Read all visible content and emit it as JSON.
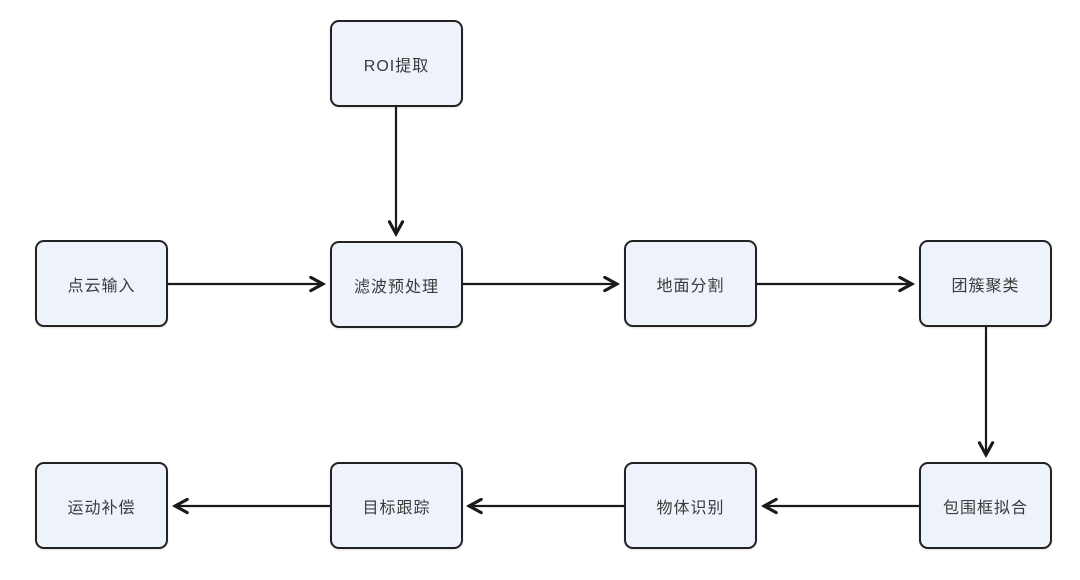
{
  "diagram": {
    "type": "flowchart",
    "nodes": [
      {
        "id": "roi-extraction",
        "label": "ROI提取"
      },
      {
        "id": "point-cloud-input",
        "label": "点云输入"
      },
      {
        "id": "filter-preprocess",
        "label": "滤波预处理"
      },
      {
        "id": "ground-segmentation",
        "label": "地面分割"
      },
      {
        "id": "cluster-clustering",
        "label": "团簇聚类"
      },
      {
        "id": "motion-compensation",
        "label": "运动补偿"
      },
      {
        "id": "target-tracking",
        "label": "目标跟踪"
      },
      {
        "id": "object-recognition",
        "label": "物体识别"
      },
      {
        "id": "bounding-box-fit",
        "label": "包围框拟合"
      }
    ],
    "edges": [
      {
        "from": "点云输入",
        "to": "滤波预处理",
        "direction": "right"
      },
      {
        "from": "ROI提取",
        "to": "滤波预处理",
        "direction": "down"
      },
      {
        "from": "滤波预处理",
        "to": "地面分割",
        "direction": "right"
      },
      {
        "from": "地面分割",
        "to": "团簇聚类",
        "direction": "right"
      },
      {
        "from": "团簇聚类",
        "to": "包围框拟合",
        "direction": "down"
      },
      {
        "from": "包围框拟合",
        "to": "物体识别",
        "direction": "left"
      },
      {
        "from": "物体识别",
        "to": "目标跟踪",
        "direction": "left"
      },
      {
        "from": "目标跟踪",
        "to": "运动补偿",
        "direction": "left"
      }
    ],
    "colors": {
      "background": "#ffffff",
      "node_fill": "#eef2fb",
      "node_border": "#222222",
      "node_text": "#3a3a3a",
      "arrow": "#1a1a1a"
    }
  }
}
